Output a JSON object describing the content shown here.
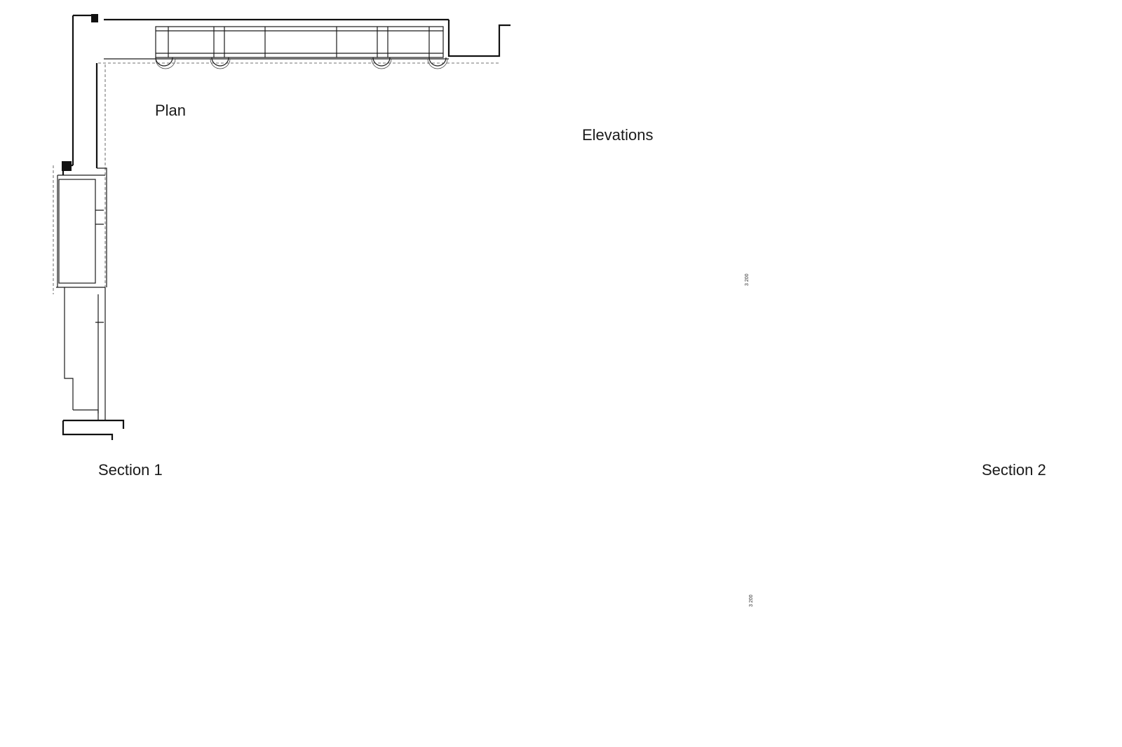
{
  "labels": {
    "plan": "Plan",
    "elevations": "Elevations",
    "section1": "Section 1",
    "section2": "Section 2"
  },
  "dimensions": {
    "height_upper": "3 200",
    "height_lower": "3 200"
  },
  "colors": {
    "ink": "#1a1a1a",
    "background": "#ffffff"
  }
}
